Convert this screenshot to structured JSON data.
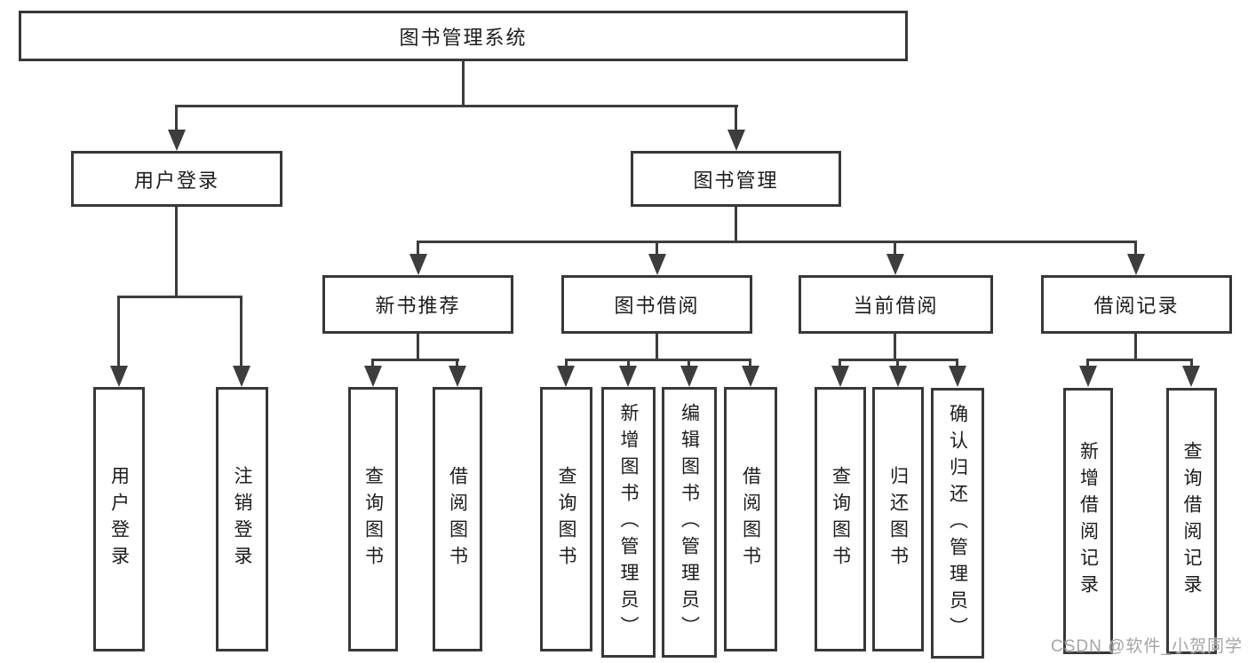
{
  "tree": {
    "root": {
      "label": "图书管理系统"
    },
    "branches": [
      {
        "label": "用户登录",
        "children": [
          {
            "label": "用户登录"
          },
          {
            "label": "注销登录"
          }
        ]
      },
      {
        "label": "图书管理",
        "children": [
          {
            "label": "新书推荐",
            "children": [
              {
                "label": "查询图书"
              },
              {
                "label": "借阅图书"
              }
            ]
          },
          {
            "label": "图书借阅",
            "children": [
              {
                "label": "查询图书"
              },
              {
                "label": "新增图书（管理员）"
              },
              {
                "label": "编辑图书（管理员）"
              },
              {
                "label": "借阅图书"
              }
            ]
          },
          {
            "label": "当前借阅",
            "children": [
              {
                "label": "查询图书"
              },
              {
                "label": "归还图书"
              },
              {
                "label": "确认归还（管理员）"
              }
            ]
          },
          {
            "label": "借阅记录",
            "children": [
              {
                "label": "新增借阅记录"
              },
              {
                "label": "查询借阅记录"
              }
            ]
          }
        ]
      }
    ]
  },
  "watermark": {
    "text": "CSDN @软件_小贺同学"
  },
  "colors": {
    "line": "#3d3d3d",
    "box_border": "#383838",
    "text": "#1c1c1c",
    "watermark": "#a5a5a5",
    "background": "#ffffff"
  }
}
